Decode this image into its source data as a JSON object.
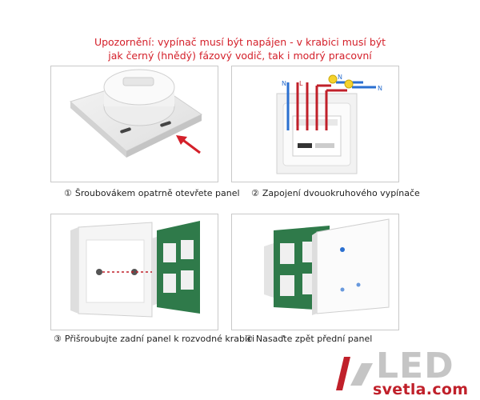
{
  "warning": {
    "line1": "Upozornění: vypínač musí být napájen - v krabici musí být",
    "line2": "jak černý (hnědý) fázový vodič, tak i modrý pracovní",
    "color": "#d4202a"
  },
  "steps": [
    {
      "number": "①",
      "text": "Šroubovákem opatrně otevřete panel"
    },
    {
      "number": "②",
      "text": "Zapojení dvouokruhového vypínače"
    },
    {
      "number": "③",
      "text": "Přišroubujte zadní panel k rozvodné krabici"
    },
    {
      "number": "④",
      "text": "Nasaďte zpět přední panel"
    }
  ],
  "diagram": {
    "wire_labels": [
      "N",
      "L",
      "N",
      "N"
    ],
    "colors": {
      "neutral": "#2a6fd0",
      "live": "#c0202a"
    }
  },
  "logo": {
    "mark": "LED",
    "domain": "svetla.com",
    "colors": {
      "brand_red": "#c0202a",
      "brand_gray": "#c5c5c5"
    }
  }
}
